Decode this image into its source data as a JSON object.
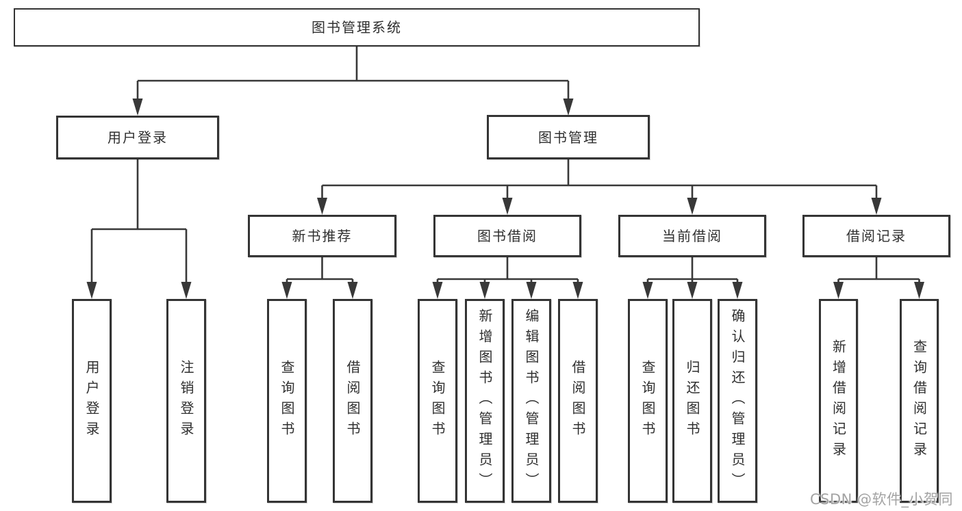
{
  "title": "图书管理系统",
  "watermark": "CSDN @软件_小贺同学",
  "colors": {
    "line": "#383838",
    "box_border": "#343434",
    "box_fill": "#ffffff",
    "text": "#2f2f2f",
    "watermark": "#a3a3a3"
  },
  "nodes": {
    "root": {
      "label": "图书管理系统"
    },
    "user_login": {
      "label": "用户登录"
    },
    "book_mgmt": {
      "label": "图书管理"
    },
    "new_book_rec": {
      "label": "新书推荐"
    },
    "book_borrow": {
      "label": "图书借阅"
    },
    "current_borrow": {
      "label": "当前借阅"
    },
    "borrow_record": {
      "label": "借阅记录"
    },
    "ul_user_login": {
      "label": "用户登录"
    },
    "ul_logout": {
      "label": "注销登录"
    },
    "nb_query_book": {
      "label": "查询图书"
    },
    "nb_borrow_book": {
      "label": "借阅图书"
    },
    "bb_query_book": {
      "label": "查询图书"
    },
    "bb_add_book": {
      "label": "新增图书（管理员）"
    },
    "bb_edit_book": {
      "label": "编辑图书（管理员）"
    },
    "bb_borrow_book": {
      "label": "借阅图书"
    },
    "cb_query_book": {
      "label": "查询图书"
    },
    "cb_return_book": {
      "label": "归还图书"
    },
    "cb_confirm_return": {
      "label": "确认归还（管理员）"
    },
    "br_add_record": {
      "label": "新增借阅记录"
    },
    "br_query_record": {
      "label": "查询借阅记录"
    }
  },
  "edges": [
    [
      "root",
      "user_login"
    ],
    [
      "root",
      "book_mgmt"
    ],
    [
      "user_login",
      "ul_user_login"
    ],
    [
      "user_login",
      "ul_logout"
    ],
    [
      "book_mgmt",
      "new_book_rec"
    ],
    [
      "book_mgmt",
      "book_borrow"
    ],
    [
      "book_mgmt",
      "current_borrow"
    ],
    [
      "book_mgmt",
      "borrow_record"
    ],
    [
      "new_book_rec",
      "nb_query_book"
    ],
    [
      "new_book_rec",
      "nb_borrow_book"
    ],
    [
      "book_borrow",
      "bb_query_book"
    ],
    [
      "book_borrow",
      "bb_add_book"
    ],
    [
      "book_borrow",
      "bb_edit_book"
    ],
    [
      "book_borrow",
      "bb_borrow_book"
    ],
    [
      "current_borrow",
      "cb_query_book"
    ],
    [
      "current_borrow",
      "cb_return_book"
    ],
    [
      "current_borrow",
      "cb_confirm_return"
    ],
    [
      "borrow_record",
      "br_add_record"
    ],
    [
      "borrow_record",
      "br_query_record"
    ]
  ]
}
